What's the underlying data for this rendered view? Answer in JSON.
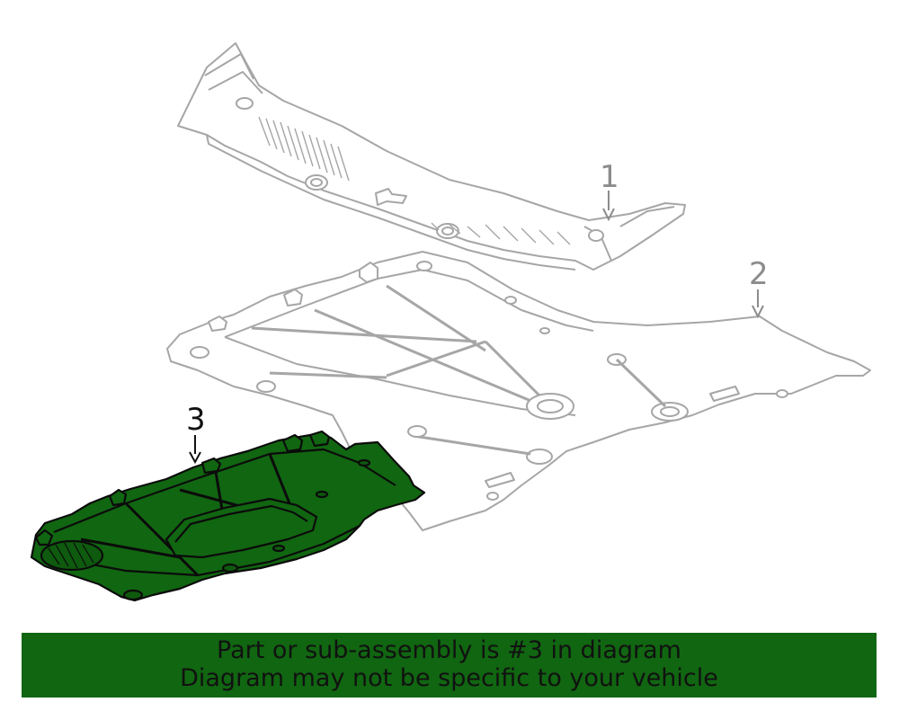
{
  "colors": {
    "background": "#ffffff",
    "ghost_line": "#a6a6a6",
    "callout_gray": "#8c8c8c",
    "highlight_fill": "#116611",
    "highlight_line": "#0b0b0b",
    "banner_fill": "#116611",
    "banner_text": "#111111"
  },
  "callouts": [
    {
      "id": "1",
      "label": "1",
      "highlighted": false
    },
    {
      "id": "2",
      "label": "2",
      "highlighted": false
    },
    {
      "id": "3",
      "label": "3",
      "highlighted": true
    }
  ],
  "parts": [
    {
      "callout": "1",
      "name": "cowl-top-panel",
      "highlighted": false
    },
    {
      "callout": "2",
      "name": "engine-splash-shield",
      "highlighted": false
    },
    {
      "callout": "3",
      "name": "lower-splash-shield",
      "highlighted": true
    }
  ],
  "banner": {
    "line1": "Part or sub-assembly is #3 in diagram",
    "line2": "Diagram may not be specific to your vehicle"
  }
}
